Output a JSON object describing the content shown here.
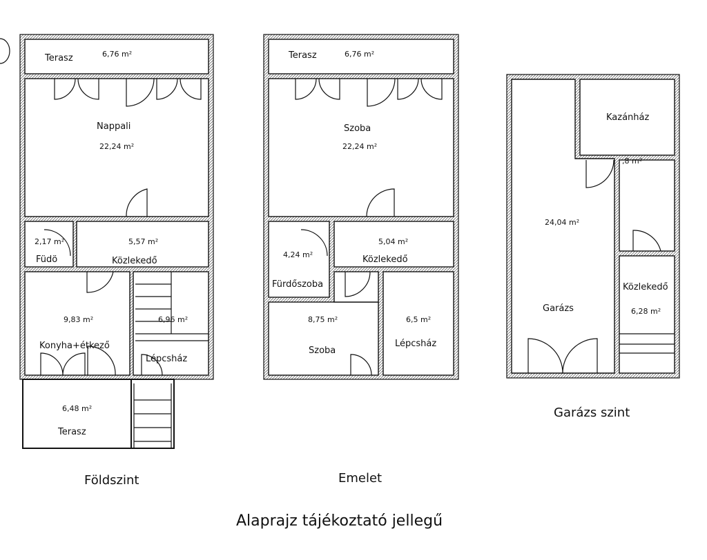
{
  "floors": {
    "ground": {
      "caption": "Földszint",
      "rooms": [
        {
          "name": "Terasz",
          "area": "6,76 m²"
        },
        {
          "name": "Nappali",
          "area": "22,24 m²"
        },
        {
          "name": "Füdö",
          "area": "2,17 m²"
        },
        {
          "name": "Közlekedő",
          "area": "5,57 m²"
        },
        {
          "name": "Konyha+étkező",
          "area": "9,83 m²"
        },
        {
          "name": "Lépcsház",
          "area": "6,96 m²"
        },
        {
          "name": "Terasz",
          "area": "6,48 m²"
        }
      ]
    },
    "upper": {
      "caption": "Emelet",
      "rooms": [
        {
          "name": "Terasz",
          "area": "6,76 m²"
        },
        {
          "name": "Szoba",
          "area": "22,24 m²"
        },
        {
          "name": "Fürdőszoba",
          "area": "4,24 m²"
        },
        {
          "name": "Közlekedő",
          "area": "5,04 m²"
        },
        {
          "name": "Szoba",
          "area": "8,75 m²"
        },
        {
          "name": "Lépcsház",
          "area": "6,5 m²"
        }
      ]
    },
    "garage": {
      "caption": "Garázs szint",
      "rooms": [
        {
          "name": "Kazánház",
          "area": ",8 m²"
        },
        {
          "name": "Garázs",
          "area": "24,04 m²"
        },
        {
          "name": "Közlekedő",
          "area": "6,28 m²"
        }
      ]
    }
  },
  "title": "Alaprajz tájékoztató jellegű"
}
